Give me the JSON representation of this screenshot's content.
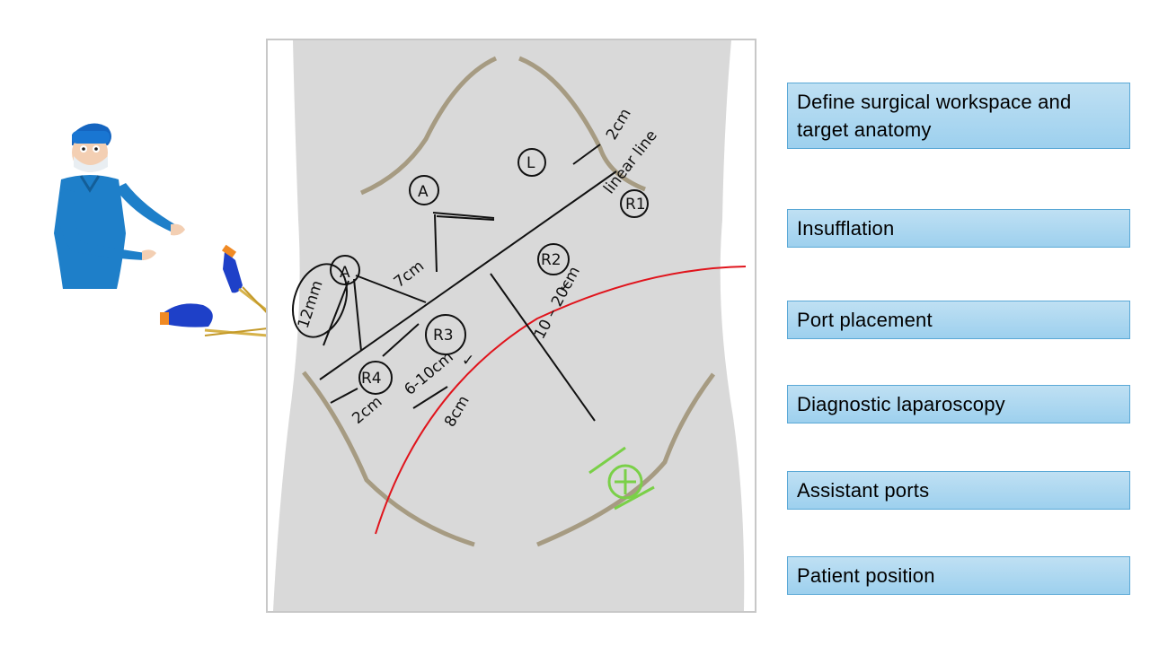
{
  "steps": [
    {
      "label": "Define surgical workspace and target anatomy"
    },
    {
      "label": "Insufflation"
    },
    {
      "label": "Port placement"
    },
    {
      "label": "Diagnostic laparoscopy"
    },
    {
      "label": "Assistant ports"
    },
    {
      "label": "Patient position"
    }
  ],
  "annotations": {
    "port_A": "A",
    "port_L": "L",
    "port_R1": "R1",
    "port_R2": "R2",
    "port_R3": "R3",
    "port_R4": "R4",
    "linear_line": "linear line",
    "dist_2cm_top": "2cm",
    "dist_7cm": "7cm",
    "dist_12mm": "12mm",
    "dist_6_10cm": "6-10cm",
    "dist_2cm_bottom": "2cm",
    "dist_8cm": "8cm",
    "dist_10_20cm": "10 – 20cm",
    "check_r2": "✓",
    "check_r3": "✓"
  },
  "icons": {
    "surgeon": "surgeon-cartoon-icon",
    "instruments": "surgical-scissors-icon",
    "target": "target-cross-icon"
  },
  "colors": {
    "step_box": "#a9d6f0",
    "step_border": "#5aa8d6",
    "torso": "#d9d9d9",
    "red_line": "#e0141c",
    "green_target": "#7ad048"
  }
}
